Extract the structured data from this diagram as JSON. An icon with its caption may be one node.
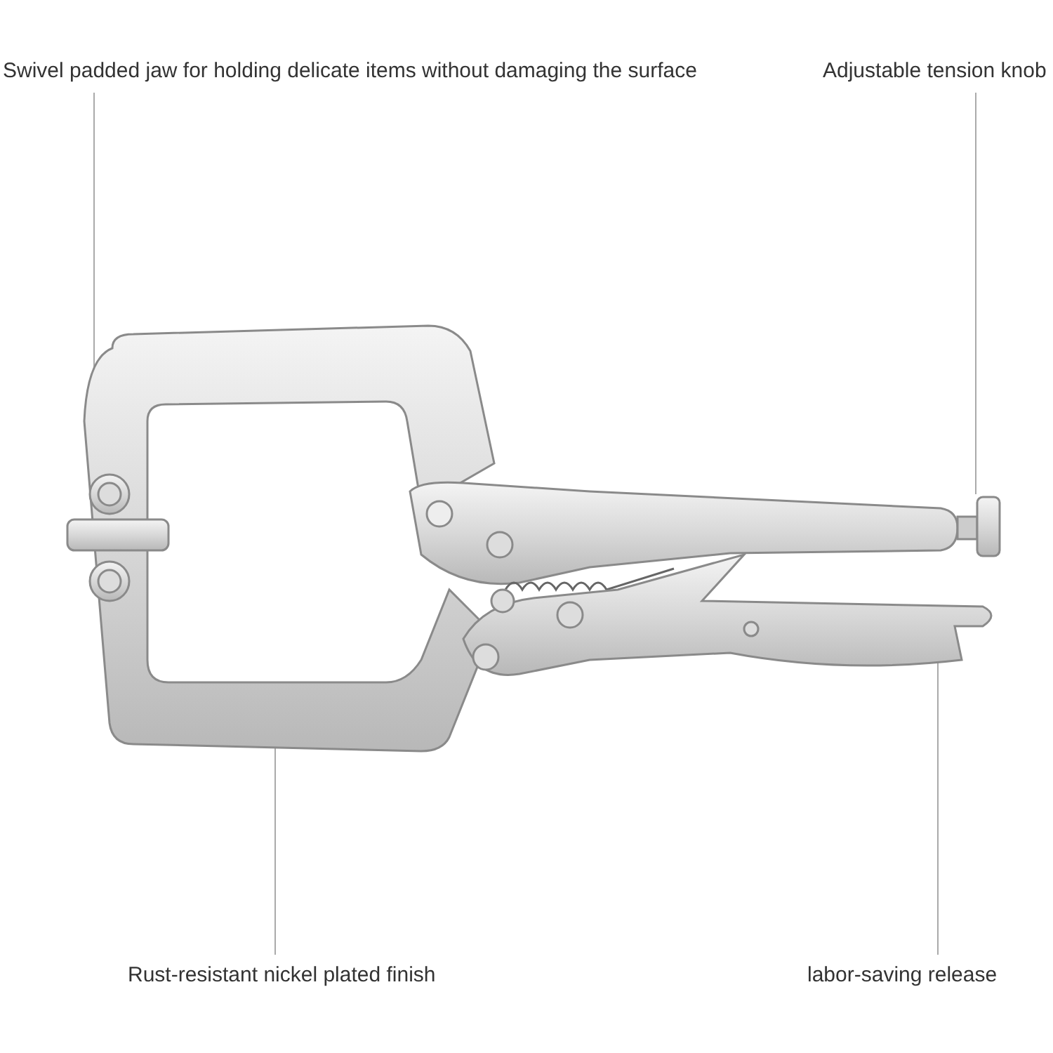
{
  "diagram": {
    "nodes": [
      {
        "text": [
          "Swivel padded jaw for holding delicate items without damaging the surface"
        ]
      },
      {
        "text": [
          "Adjustable tension knob"
        ]
      },
      {
        "text": [
          "Rust-resistant nickel plated finish"
        ]
      },
      {
        "text": [
          "labor-saving release"
        ]
      }
    ],
    "edges": [
      {
        "from": 0,
        "to": null,
        "arrow": "none"
      },
      {
        "from": 1,
        "to": null,
        "arrow": "none"
      },
      {
        "from": 2,
        "to": null,
        "arrow": "none"
      },
      {
        "from": 3,
        "to": null,
        "arrow": "none"
      }
    ]
  }
}
